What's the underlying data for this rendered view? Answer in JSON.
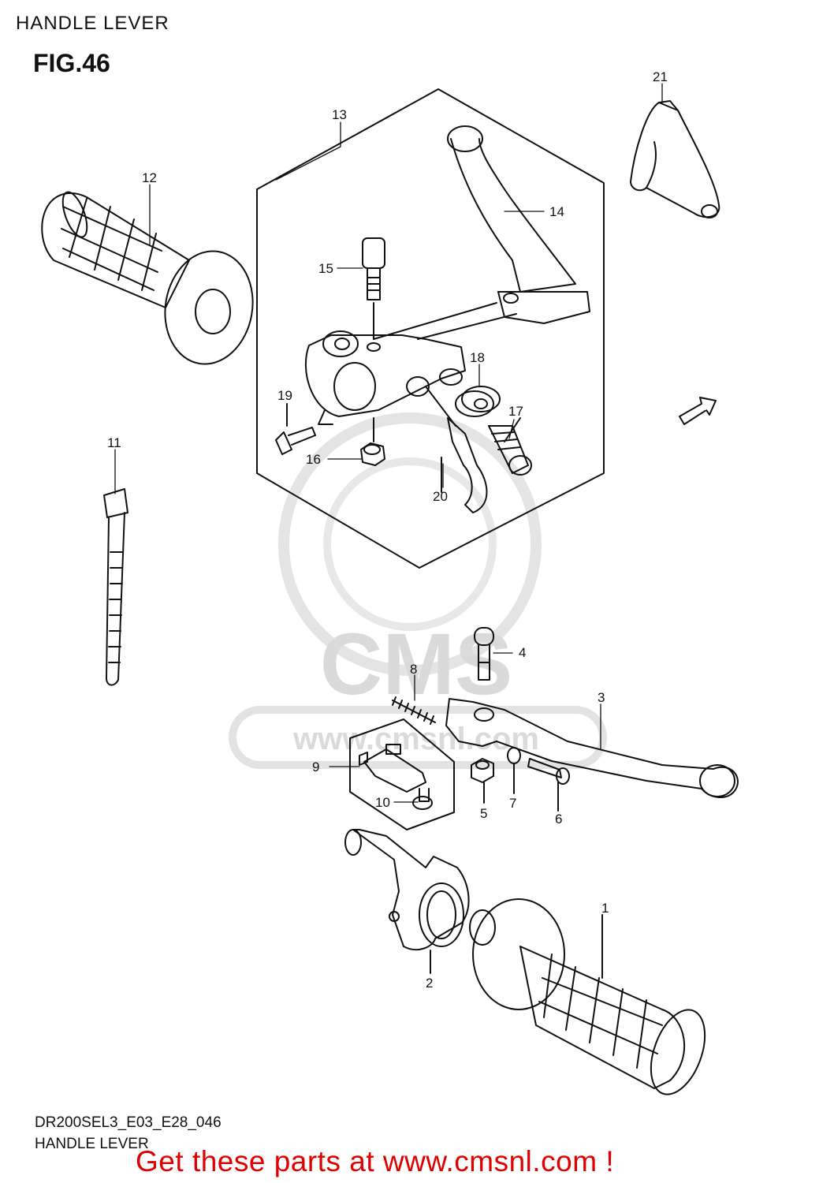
{
  "header": {
    "title": "HANDLE LEVER",
    "figure": "FIG.46"
  },
  "footer": {
    "code": "DR200SEL3_E03_E28_046",
    "title": "HANDLE LEVER",
    "cta": "Get these parts at www.cmsnl.com !"
  },
  "watermark": {
    "logo": "CMS",
    "url": "www.cmsnl.com"
  },
  "direction_marker": "FWD",
  "callouts": {
    "c1": "1",
    "c2": "2",
    "c3": "3",
    "c4": "4",
    "c5": "5",
    "c6": "6",
    "c7": "7",
    "c8": "8",
    "c9": "9",
    "c10": "10",
    "c11": "11",
    "c12": "12",
    "c13": "13",
    "c14": "14",
    "c15": "15",
    "c16": "16",
    "c17": "17",
    "c18": "18",
    "c19": "19",
    "c20": "20",
    "c21": "21"
  },
  "colors": {
    "line": "#111111",
    "cta": "#e00000",
    "watermark": "#d6d6d6"
  }
}
